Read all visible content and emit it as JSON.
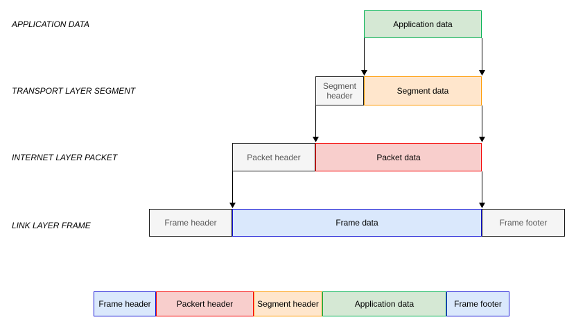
{
  "figure": {
    "row_labels": [
      "APPLICATION DATA",
      "TRANSPORT LAYER SEGMENT",
      "INTERNET LAYER PACKET",
      "LINK LAYER FRAME"
    ],
    "layers": {
      "application": {
        "data": "Application data"
      },
      "transport": {
        "header": "Segment header",
        "data": "Segment data"
      },
      "internet": {
        "header": "Packet header",
        "data": "Packet data"
      },
      "link": {
        "header": "Frame header",
        "data": "Frame data",
        "footer": "Frame footer"
      }
    },
    "composite_frame": [
      {
        "label": "Frame header"
      },
      {
        "label": "Packert header"
      },
      {
        "label": "Segment header"
      },
      {
        "label": "Application data"
      },
      {
        "label": "Frame footer"
      }
    ],
    "colors": {
      "canvas_bg": "#ffffff",
      "application_fill": "#d5e8d4",
      "application_stroke": "#00b050",
      "segment_fill": "#ffe6cc",
      "segment_stroke": "#ff9900",
      "packet_fill": "#f8cecc",
      "packet_stroke": "#f50000",
      "frame_fill": "#dae8fc",
      "frame_stroke": "#1414d4",
      "neutral_fill": "#f5f5f5",
      "neutral_stroke": "#1a1a1a",
      "header_text": "#595959",
      "data_text": "#000000",
      "arrow": "#000000"
    }
  }
}
